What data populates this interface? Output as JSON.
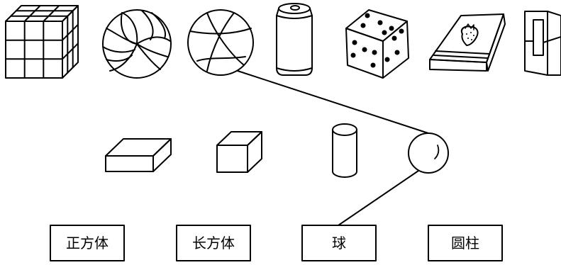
{
  "labels": {
    "cube": "正方体",
    "cuboid": "长方体",
    "sphere": "球",
    "cylinder": "圆柱"
  },
  "objects": [
    {
      "id": "rubiks-cube",
      "icon": "rubiks-cube-icon"
    },
    {
      "id": "volleyball",
      "icon": "volleyball-icon"
    },
    {
      "id": "basketball",
      "icon": "basketball-icon"
    },
    {
      "id": "soda-can",
      "icon": "soda-can-icon"
    },
    {
      "id": "dice",
      "icon": "dice-icon"
    },
    {
      "id": "box-strawberry",
      "icon": "strawberry-box-icon"
    },
    {
      "id": "juice-box",
      "icon": "juice-box-icon"
    }
  ],
  "shapes": [
    {
      "id": "cuboid",
      "icon": "cuboid-shape-icon"
    },
    {
      "id": "cube",
      "icon": "cube-shape-icon"
    },
    {
      "id": "cylinder",
      "icon": "cylinder-shape-icon"
    },
    {
      "id": "sphere",
      "icon": "sphere-shape-icon"
    }
  ],
  "connections": [
    {
      "from": "basketball",
      "to": "sphere-shape"
    },
    {
      "from": "sphere-shape",
      "to": "label-sphere"
    }
  ],
  "colors": {
    "stroke": "#000000",
    "background": "#ffffff"
  }
}
